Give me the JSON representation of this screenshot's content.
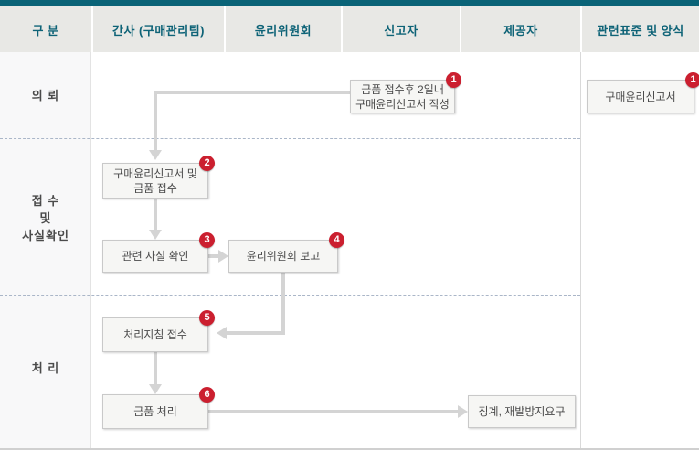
{
  "colors": {
    "top_bar": "#0a6377",
    "header_bg": "#e8e8e5",
    "header_text": "#0e6377",
    "box_bg": "#f6f6f4",
    "box_border": "#c9c9c9",
    "badge_red": "#cb1f2f",
    "arrow_gray": "#d4d4d4",
    "dashed_divider": "#aab6c8"
  },
  "header": {
    "columns": [
      {
        "label": "구 분"
      },
      {
        "label": "간사 (구매관리팀)"
      },
      {
        "label": "윤리위원회"
      },
      {
        "label": "신고자"
      },
      {
        "label": "제공자"
      },
      {
        "label": "관련표준 및 양식"
      }
    ]
  },
  "rows": [
    {
      "lines": [
        "의 뢰"
      ]
    },
    {
      "lines": [
        "접 수",
        "및",
        "사실확인"
      ]
    },
    {
      "lines": [
        "처 리"
      ]
    }
  ],
  "boxes": {
    "report_write": {
      "badge": "1",
      "line1": "금품 접수후 2일내",
      "line2": "구매윤리신고서 작성"
    },
    "report_receive": {
      "badge": "2",
      "line1": "구매윤리신고서 및",
      "line2": "금품 접수"
    },
    "fact_check": {
      "badge": "3",
      "line1": "관련 사실 확인"
    },
    "committee_report": {
      "badge": "4",
      "line1": "윤리위원회 보고"
    },
    "guideline_receive": {
      "badge": "5",
      "line1": "처리지침 접수"
    },
    "item_handling": {
      "badge": "6",
      "line1": "금품 처리"
    },
    "discipline": {
      "line1": "징계, 재발방지요구"
    },
    "form_doc": {
      "badge": "1",
      "line1": "구매윤리신고서"
    }
  }
}
